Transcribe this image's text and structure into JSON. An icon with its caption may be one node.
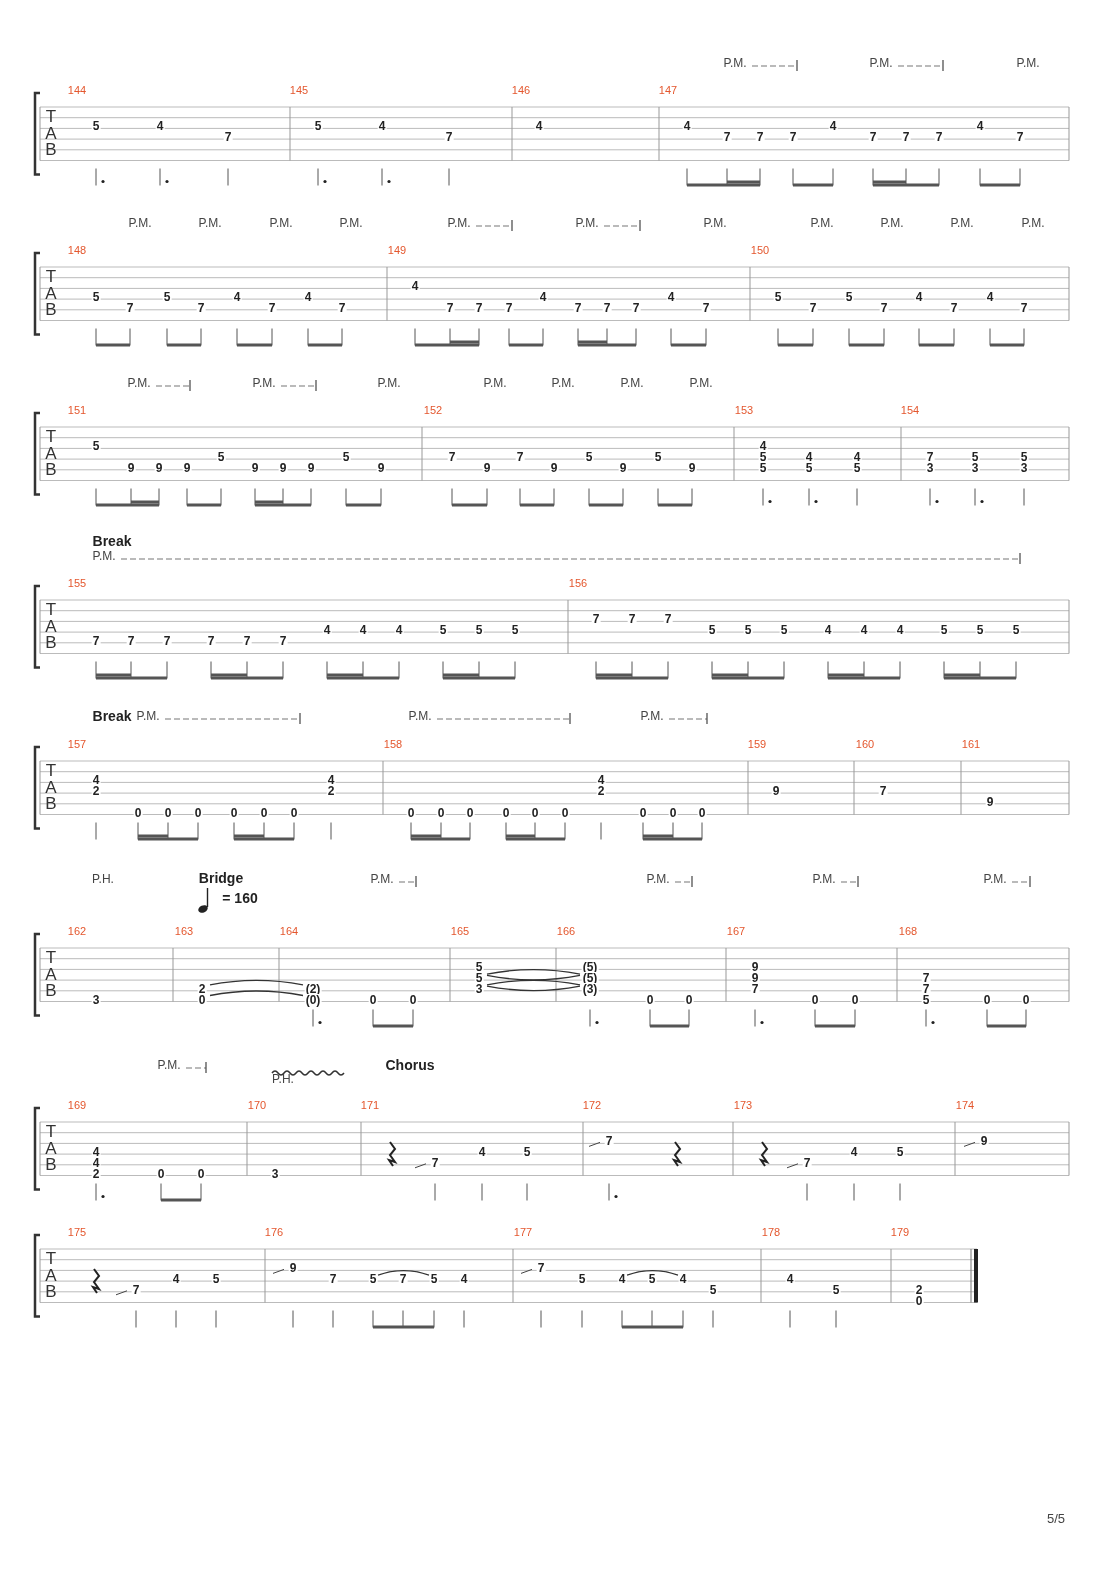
{
  "diagram": {
    "labels": [
      "P.M.",
      "P.M.",
      "P.M.",
      "T",
      "A",
      "B",
      "144",
      "5",
      "4",
      "7",
      "145",
      "5",
      "4",
      "7",
      "146",
      "4",
      "147",
      "4",
      "7",
      "7",
      "7",
      "4",
      "7",
      "7",
      "7",
      "4",
      "7",
      "P.M.",
      "P.M.",
      "P.M.",
      "P.M.",
      "P.M.",
      "P.M.",
      "P.M.",
      "P.M.",
      "P.M.",
      "P.M.",
      "P.M.",
      "T",
      "A",
      "B",
      "148",
      "5",
      "7",
      "5",
      "7",
      "4",
      "7",
      "4",
      "7",
      "149",
      "4",
      "7",
      "7",
      "7",
      "4",
      "7",
      "7",
      "7",
      "4",
      "7",
      "150",
      "5",
      "7",
      "5",
      "7",
      "4",
      "7",
      "4",
      "7",
      "P.M.",
      "P.M.",
      "P.M.",
      "P.M.",
      "P.M.",
      "P.M.",
      "P.M.",
      "T",
      "A",
      "B",
      "151",
      "5",
      "9",
      "9",
      "9",
      "5",
      "9",
      "9",
      "9",
      "5",
      "9",
      "152",
      "7",
      "9",
      "7",
      "9",
      "5",
      "9",
      "5",
      "9",
      "153",
      "4",
      "5",
      "5",
      "4",
      "5",
      "4",
      "5",
      "154",
      "7",
      "3",
      "5",
      "3",
      "5",
      "3",
      "Break",
      "P.M.",
      "T",
      "A",
      "B",
      "155",
      "7",
      "7",
      "7",
      "7",
      "7",
      "7",
      "4",
      "4",
      "4",
      "5",
      "5",
      "5",
      "156",
      "7",
      "7",
      "7",
      "5",
      "5",
      "5",
      "4",
      "4",
      "4",
      "5",
      "5",
      "5",
      "Break",
      "P.M.",
      "P.M.",
      "P.M.",
      "T",
      "A",
      "B",
      "157",
      "4",
      "2",
      "0",
      "0",
      "0",
      "0",
      "0",
      "0",
      "4",
      "2",
      "158",
      "0",
      "0",
      "0",
      "0",
      "0",
      "0",
      "4",
      "2",
      "0",
      "0",
      "0",
      "159",
      "9",
      "160",
      "7",
      "161",
      "9",
      "P.H.",
      "Bridge",
      "= 160",
      "P.M.",
      "P.M.",
      "P.M.",
      "P.M.",
      "T",
      "A",
      "B",
      "162",
      "3",
      "163",
      "2",
      "0",
      "164",
      "(2)",
      "(0)",
      "0",
      "0",
      "165",
      "5",
      "5",
      "3",
      "166",
      "(5)",
      "(5)",
      "(3)",
      "0",
      "0",
      "167",
      "9",
      "9",
      "7",
      "0",
      "0",
      "168",
      "7",
      "7",
      "5",
      "0",
      "0",
      "P.M.",
      "P.H.",
      "Chorus",
      "T",
      "A",
      "B",
      "169",
      "4",
      "4",
      "2",
      "0",
      "0",
      "170",
      "3",
      "171",
      "7",
      "4",
      "5",
      "172",
      "7",
      "173",
      "7",
      "4",
      "5",
      "174",
      "9",
      "T",
      "A",
      "B",
      "175",
      "7",
      "4",
      "5",
      "176",
      "9",
      "7",
      "5",
      "7",
      "5",
      "4",
      "177",
      "7",
      "5",
      "4",
      "5",
      "4",
      "5",
      "178",
      "4",
      "5",
      "179",
      "2",
      "0",
      "5/5"
    ]
  }
}
